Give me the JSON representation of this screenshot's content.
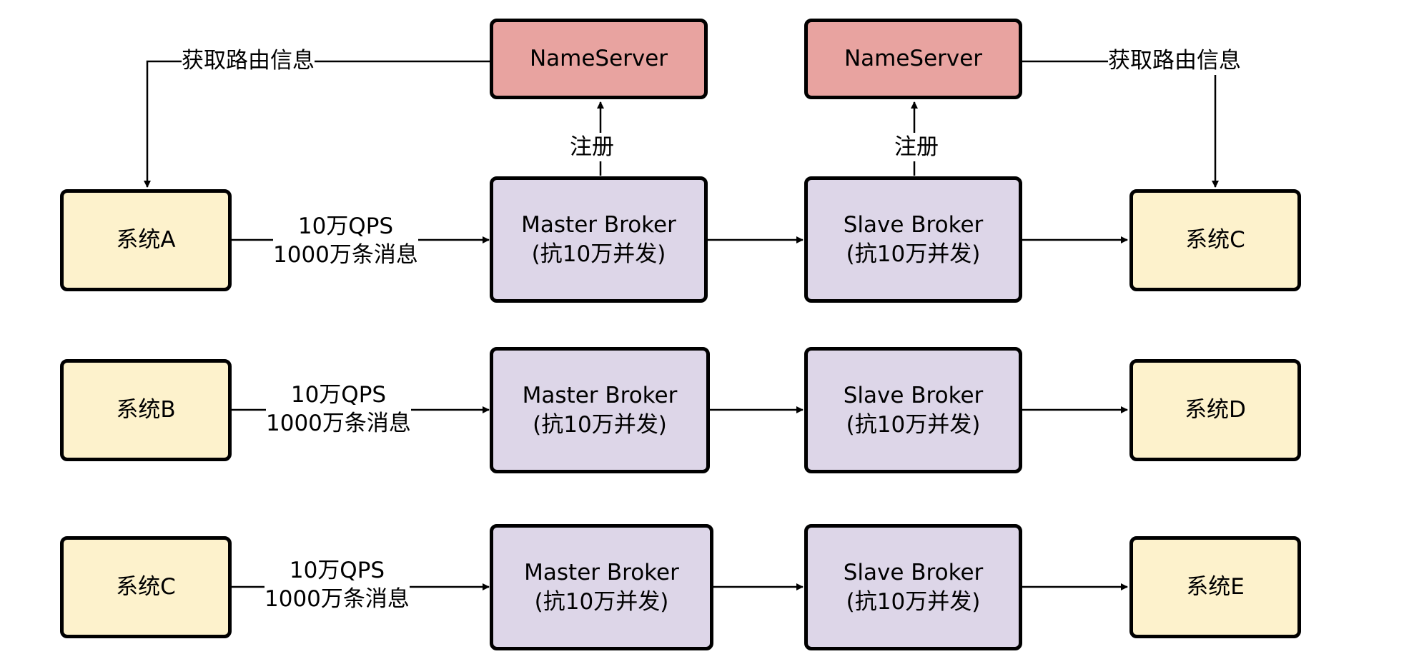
{
  "colors": {
    "nameserver_fill": "#e8a3a0",
    "broker_fill": "#ddd6e8",
    "system_fill": "#fdf2cc",
    "stroke": "#000000"
  },
  "nameservers": [
    {
      "label": "NameServer"
    },
    {
      "label": "NameServer"
    }
  ],
  "route_labels": [
    "获取路由信息",
    "获取路由信息"
  ],
  "register_labels": [
    "注册",
    "注册"
  ],
  "rows": [
    {
      "source": "系统A",
      "traffic_line1": "10万QPS",
      "traffic_line2": "1000万条消息",
      "master_line1": "Master Broker",
      "master_line2": "(抗10万并发)",
      "slave_line1": "Slave Broker",
      "slave_line2": "(抗10万并发)",
      "target": "系统C"
    },
    {
      "source": "系统B",
      "traffic_line1": "10万QPS",
      "traffic_line2": "1000万条消息",
      "master_line1": "Master Broker",
      "master_line2": "(抗10万并发)",
      "slave_line1": "Slave Broker",
      "slave_line2": "(抗10万并发)",
      "target": "系统D"
    },
    {
      "source": "系统C",
      "traffic_line1": "10万QPS",
      "traffic_line2": "1000万条消息",
      "master_line1": "Master Broker",
      "master_line2": "(抗10万并发)",
      "slave_line1": "Slave Broker",
      "slave_line2": "(抗10万并发)",
      "target": "系统E"
    }
  ]
}
